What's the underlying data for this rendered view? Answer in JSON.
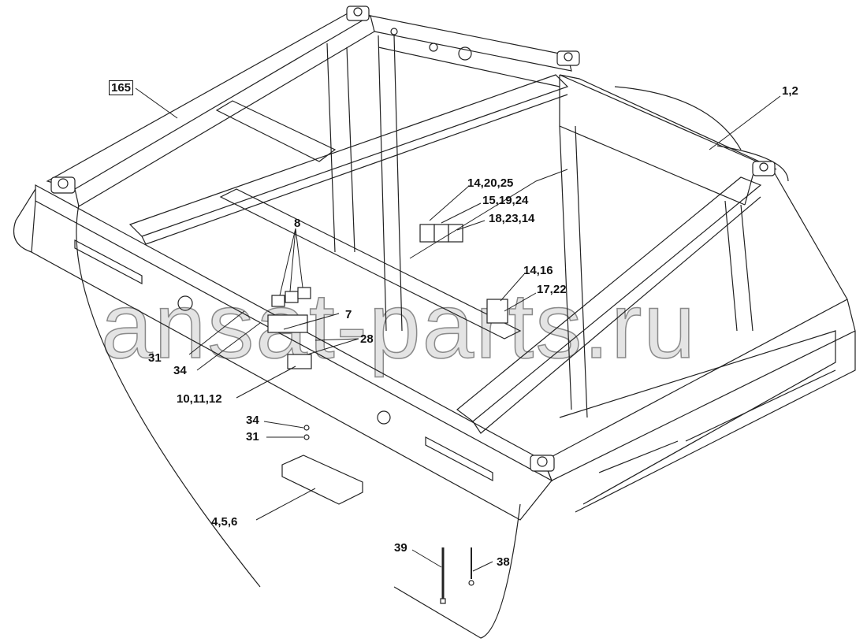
{
  "diagram": {
    "title_ref": "165",
    "watermark": "ansat-parts.ru",
    "callouts": [
      {
        "id": "c165",
        "text": "165"
      },
      {
        "id": "c1",
        "text": "1,2"
      },
      {
        "id": "c2",
        "text": "14,20,25"
      },
      {
        "id": "c3",
        "text": "15,19,24"
      },
      {
        "id": "c4",
        "text": "18,23,14"
      },
      {
        "id": "c5",
        "text": "8"
      },
      {
        "id": "c6",
        "text": "14,16"
      },
      {
        "id": "c7",
        "text": "17,22"
      },
      {
        "id": "c8",
        "text": "7"
      },
      {
        "id": "c9",
        "text": "28"
      },
      {
        "id": "c10",
        "text": "31"
      },
      {
        "id": "c11",
        "text": "34"
      },
      {
        "id": "c12",
        "text": "10,11,12"
      },
      {
        "id": "c13",
        "text": "34"
      },
      {
        "id": "c14",
        "text": "31"
      },
      {
        "id": "c15",
        "text": "4,5,6"
      },
      {
        "id": "c16",
        "text": "39"
      },
      {
        "id": "c17",
        "text": "38"
      }
    ]
  }
}
